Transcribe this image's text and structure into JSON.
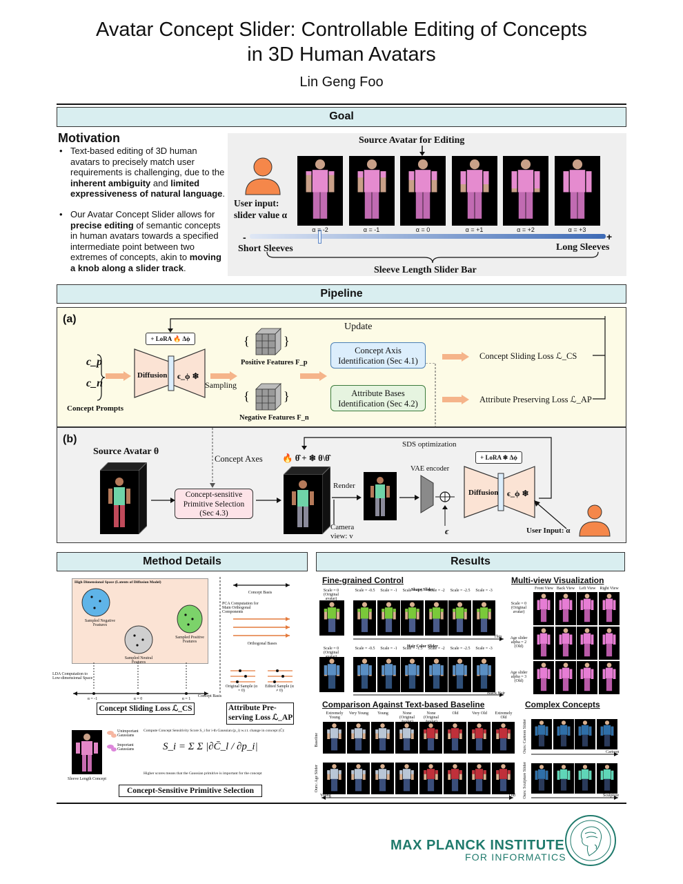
{
  "header": {
    "title_line1": "Avatar Concept Slider: Controllable Editing of Concepts",
    "title_line2": "in 3D Human Avatars",
    "author": "Lin Geng Foo"
  },
  "goal": {
    "section_label": "Goal",
    "motivation_heading": "Motivation",
    "bullet1_a": "Text-based editing of 3D human avatars to precisely match user requirements is challenging, due to the ",
    "bullet1_b1": "inherent ambiguity",
    "bullet1_c": " and ",
    "bullet1_b2": "limited expressiveness of natural language",
    "bullet1_d": ".",
    "bullet2_a": "Our Avatar Concept Slider allows for ",
    "bullet2_b1": "precise editing",
    "bullet2_c": " of semantic concepts in human avatars towards a specified intermediate point between two extremes of concepts, akin to ",
    "bullet2_b2": "moving a knob along a slider track",
    "bullet2_d": ".",
    "figure": {
      "source_label": "Source Avatar for Editing",
      "user_input_line1": "User input:",
      "user_input_line2": "slider value α",
      "alpha_labels": [
        "α = -2",
        "α = -1",
        "α = 0",
        "α = +1",
        "α = +2",
        "α = +3"
      ],
      "minus": "-",
      "plus": "+",
      "left_label": "Short Sleeves",
      "right_label": "Long Sleeves",
      "bar_label": "Sleeve Length Slider Bar"
    }
  },
  "pipeline": {
    "section_label": "Pipeline",
    "panel_a": {
      "tag": "(a)",
      "cp": "c_p",
      "cn": "c_n",
      "concept_prompts": "Concept Prompts",
      "lora": "+ LoRA 🔥 Δϕ",
      "diffusion": "Diffusion",
      "eps": "ϵ_ϕ ❄",
      "sampling": "Sampling",
      "positive_features": "Positive Features F_p",
      "negative_features": "Negative Features F_n",
      "update": "Update",
      "concept_axis_line1": "Concept Axis",
      "concept_axis_line2": "Identification (Sec 4.1)",
      "attribute_bases_line1": "Attribute Bases",
      "attribute_bases_line2": "Identification (Sec 4.2)",
      "loss_cs": "Concept Sliding Loss ℒ_CS",
      "loss_ap": "Attribute Preserving Loss ℒ_AP"
    },
    "panel_b": {
      "tag": "(b)",
      "source_avatar": "Source Avatar θ",
      "concept_axes": "Concept Axes",
      "selection_line1": "Concept-sensitive",
      "selection_line2": "Primitive Selection",
      "selection_line3": "(Sec 4.3)",
      "theta_expr": "🔥 θ̂ + ❄ θ\\θ̂",
      "render": "Render",
      "camera_line1": "Camera",
      "camera_line2": "view: v",
      "sds": "SDS optimization",
      "vae": "VAE encoder",
      "epsilon": "ϵ",
      "lora": "+ LoRA ❄ Δϕ",
      "diffusion": "Diffusion",
      "eps": "ϵ_ϕ ❄",
      "user_input": "User Input: α"
    }
  },
  "method": {
    "section_label": "Method Details",
    "high_dim_label": "High Dimensional Space (Latents of Diffusion Model)",
    "neg_features": "Sampled Negative Features",
    "neutral_features": "Sampled Neutral Features",
    "pos_features": "Sampled Positive Features",
    "lda_label": "LDA Computation to Low-dimensional Space",
    "ticks": [
      "α = -1",
      "α = 0",
      "α = 1"
    ],
    "concept_basis": "Concept Basis",
    "concept_sliding_loss": "Concept Sliding Loss ℒ_CS",
    "concept_basis_top": "Concept Basis",
    "pca_label": "PCA Computation for Main Orthogonal Components",
    "orthogonal_bases": "Orthogonal Bases",
    "original_sample": "Original Sample (α = 0)",
    "edited_sample": "Edited Sample (α ≠ 0)",
    "attribute_loss_line1": "Attribute Pre-",
    "attribute_loss_line2": "serving Loss ℒ_AP",
    "unimportant": "Unimportant Gaussians",
    "important": "Important Gaussians",
    "sensitivity_text": "Compute Concept Sensitivity Score S_i for i-th Gaussian (p_i) w.r.t. change in concept (C̄):",
    "formula": "S_i = Σ Σ |∂C̄_l / ∂p_i|",
    "higher_scores": "Higher scores means that the Gaussian primitive is important for the concept",
    "sleeve_concept": "Sleeve Length Concept",
    "selection_label": "Concept-Sensitive Primitive Selection"
  },
  "results": {
    "section_label": "Results",
    "fine_grained": "Fine-grained Control",
    "shape_slider": "Shape Slider",
    "hair_slider": "Hair Color Slider",
    "scale_labels_a": [
      "Scale = 0 (Original avatar)",
      "Scale = -0.5",
      "Scale = -1",
      "Scale = -1.5",
      "Scale = -2",
      "Scale = -2.5",
      "Scale = -3"
    ],
    "thin": "Thin",
    "black_hair": "Black Hair",
    "multiview": "Multi-view Visualization",
    "views": [
      "Front View",
      "Back View",
      "Left View",
      "Right View"
    ],
    "mv_rows": [
      "Scale = 0 (Original avatar)",
      "Age slider alpha = 2 (Old)",
      "Age slider alpha = 3 (Old)"
    ],
    "comparison": "Comparison Against Text-based Baseline",
    "baseline_labels": [
      "Extremely Young",
      "Very Young",
      "Young",
      "None (Original Avatar)",
      "None (Original Avatar)",
      "Old",
      "Very Old",
      "Extremely Old"
    ],
    "baseline": "Baseline",
    "ours_age": "Ours: Age Slider",
    "young": "Young",
    "old": "Old",
    "complex": "Complex Concepts",
    "cartoon_slider": "Ours: Cartoon Slider",
    "sculpture_slider": "Ours: Sculpture Slider",
    "cartoon": "Cartoon",
    "sculpture": "Sculpture"
  },
  "footer": {
    "institute_line1": "MAX PLANCK INSTITUTE",
    "institute_line2": "FOR INFORMATICS"
  }
}
